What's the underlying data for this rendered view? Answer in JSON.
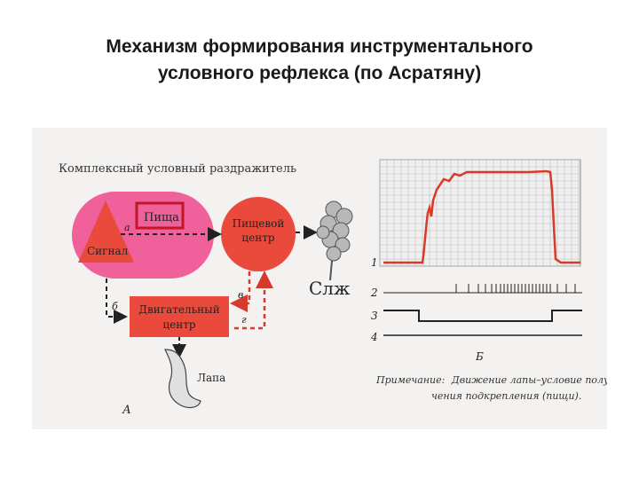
{
  "slide": {
    "title_line1": "Механизм формирования инструментального",
    "title_line2": "условного рефлекса (по Асратяну)"
  },
  "diagram_a": {
    "header": "Комплексный условный раздражитель",
    "food_label": "Пища",
    "signal_label": "Сигнал",
    "food_center_line1": "Пищевой",
    "food_center_line2": "центр",
    "motor_center_line1": "Двигательный",
    "motor_center_line2": "центр",
    "gland_label": "Слж",
    "paw_label": "Лапа",
    "path_a": "а",
    "path_b": "б",
    "path_v": "в",
    "path_g": "г",
    "panel_label": "А"
  },
  "diagram_b": {
    "trace_labels": [
      "1",
      "2",
      "3",
      "4"
    ],
    "panel_label": "Б",
    "note_prefix": "Примечание:",
    "note_line1": "Движение лапы–условие полу-",
    "note_line2": "чения подкрепления (пищи)."
  },
  "colors": {
    "pink": "#f0609a",
    "red": "#ea4a3c",
    "red_dark": "#d63a2c",
    "grid": "#bdbdbd",
    "trace_red": "#d83a2a"
  }
}
